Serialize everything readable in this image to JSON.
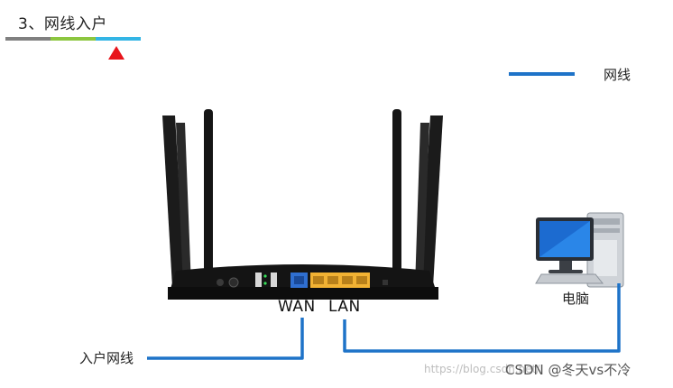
{
  "title": "3、网线入户",
  "legend": {
    "label": "网线"
  },
  "ports": {
    "wan": "WAN",
    "lan": "LAN"
  },
  "computer": {
    "label": "电脑"
  },
  "incoming": {
    "label": "入户网线"
  },
  "watermark": {
    "url": "https://blog.csdn.net/",
    "brand": "CSDN @冬天vs不冷"
  },
  "colors": {
    "cable": "#1e73c8",
    "step_gray": "#808080",
    "step_green": "#8cc63f",
    "step_cyan": "#33b5e5",
    "pointer": "#e8141b",
    "wan_port": "#2f6fd1",
    "lan_port": "#f2b233"
  },
  "icons": [
    "router-icon",
    "computer-icon",
    "pointer-triangle-icon"
  ]
}
